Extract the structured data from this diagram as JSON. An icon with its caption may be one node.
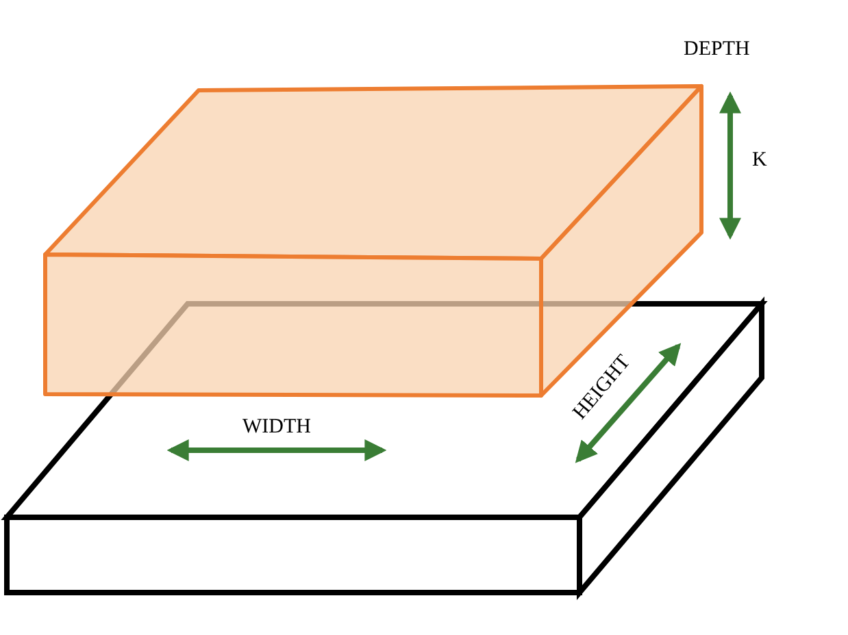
{
  "diagram": {
    "labels": [
      "DEPTH",
      "K",
      "WIDTH",
      "HEIGHT"
    ]
  }
}
